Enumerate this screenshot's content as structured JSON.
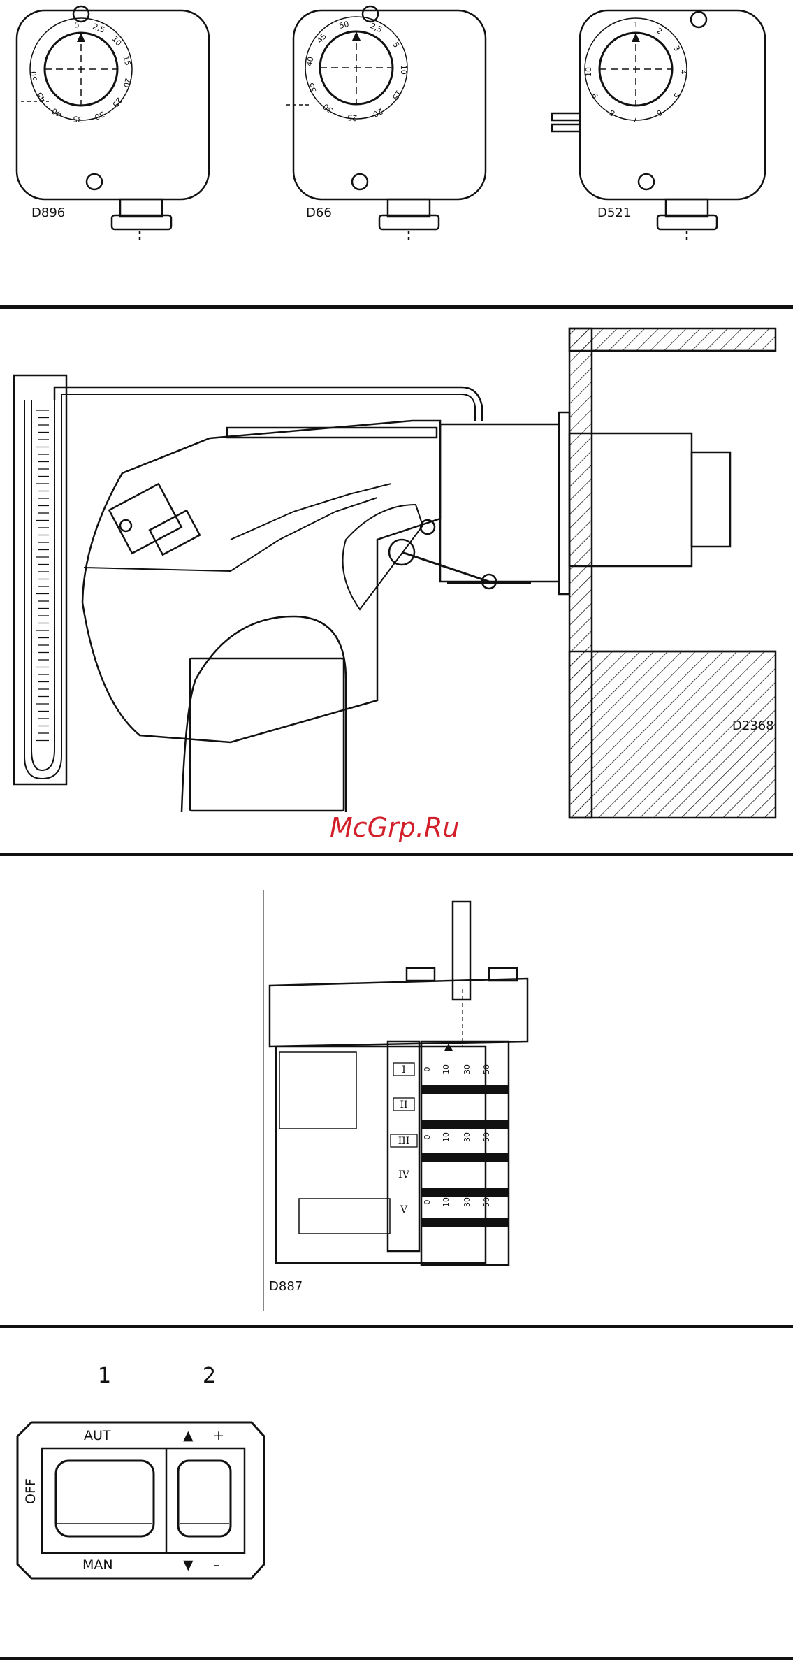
{
  "pressure_switches": [
    {
      "label": "D896",
      "scale": [
        "2,5",
        "5",
        "10",
        "15",
        "20",
        "25",
        "30",
        "35",
        "40",
        "45",
        "50"
      ]
    },
    {
      "label": "D66",
      "scale": [
        "2,5",
        "5",
        "10",
        "15",
        "20",
        "25",
        "30",
        "35",
        "40",
        "45",
        "50"
      ]
    },
    {
      "label": "D521",
      "scale": [
        "1",
        "2",
        "3",
        "4",
        "5",
        "6",
        "7",
        "8",
        "9",
        "10"
      ]
    }
  ],
  "burner": {
    "label": "D2368"
  },
  "watermark": "McGrp.Ru",
  "servomotor": {
    "label": "D887",
    "cams": [
      "I",
      "II",
      "III",
      "IV",
      "V"
    ],
    "scale": [
      "0",
      "10",
      "30",
      "50"
    ]
  },
  "control_panel": {
    "numbers": [
      "1",
      "2"
    ],
    "aut": "AUT",
    "man": "MAN",
    "off": "OFF",
    "plus": "+",
    "minus": "–",
    "up_symbol": "▲",
    "down_symbol": "▼"
  }
}
